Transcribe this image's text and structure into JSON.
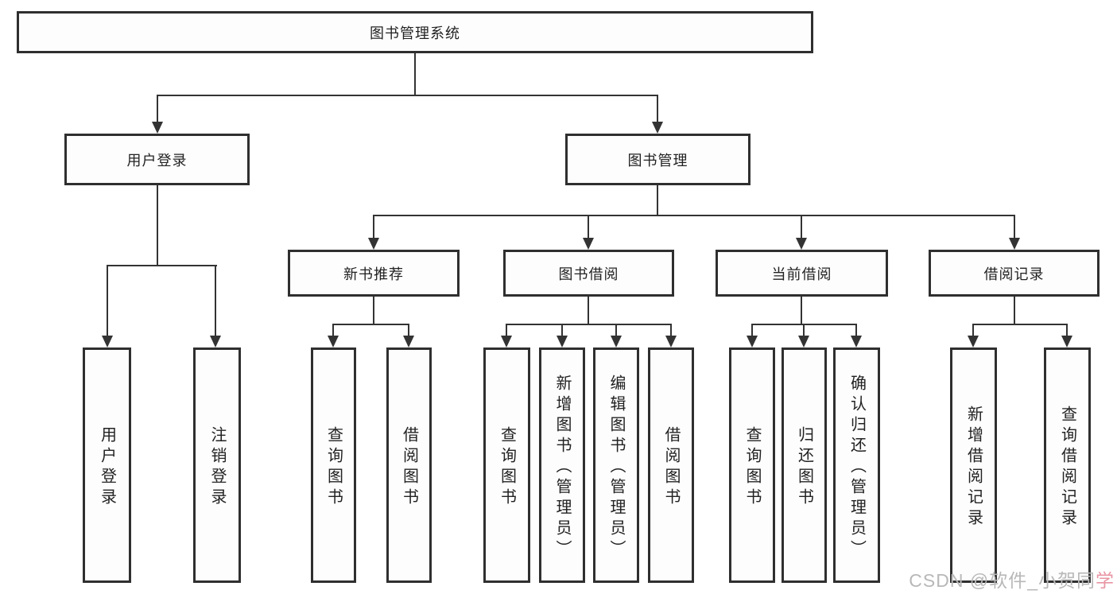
{
  "tree": {
    "label": "图书管理系统",
    "children": [
      {
        "label": "用户登录",
        "children": [
          {
            "label": "用户登录"
          },
          {
            "label": "注销登录"
          }
        ]
      },
      {
        "label": "图书管理",
        "children": [
          {
            "label": "新书推荐",
            "children": [
              {
                "label": "查询图书"
              },
              {
                "label": "借阅图书"
              }
            ]
          },
          {
            "label": "图书借阅",
            "children": [
              {
                "label": "查询图书"
              },
              {
                "label": "新增图书（管理员）"
              },
              {
                "label": "编辑图书（管理员）"
              },
              {
                "label": "借阅图书"
              }
            ]
          },
          {
            "label": "当前借阅",
            "children": [
              {
                "label": "查询图书"
              },
              {
                "label": "归还图书"
              },
              {
                "label": "确认归还（管理员）"
              }
            ]
          },
          {
            "label": "借阅记录",
            "children": [
              {
                "label": "新增借阅记录"
              },
              {
                "label": "查询借阅记录"
              }
            ]
          }
        ]
      }
    ]
  },
  "colors": {
    "line": "#333333",
    "box_border": "#2f2f2f",
    "text": "#222222",
    "background": "#ffffff",
    "watermark_gray": "#b8b8b8",
    "watermark_pink": "#e895a3"
  },
  "watermark": {
    "prefix": "CSDN @软件_小贺同",
    "suffix": "学"
  }
}
